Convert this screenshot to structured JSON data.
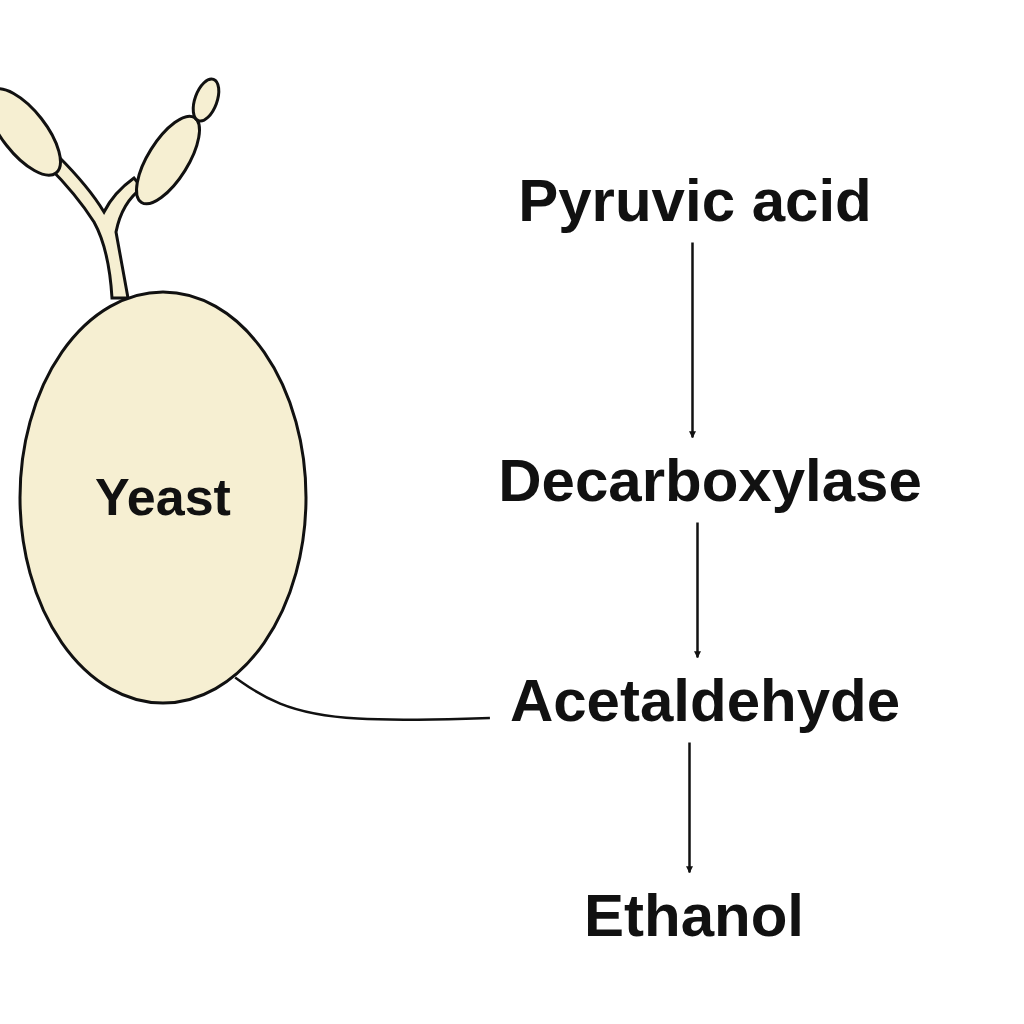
{
  "diagram": {
    "nodes": [
      {
        "text": [
          "Yeast"
        ]
      },
      {
        "text": [
          "Pyruvic acid"
        ]
      },
      {
        "text": [
          "Decarboxylase"
        ]
      },
      {
        "text": [
          "Acetaldehyde"
        ]
      },
      {
        "text": [
          "Ethanol"
        ]
      }
    ],
    "edges": [
      {
        "from": 1,
        "to": 2,
        "arrow": "to"
      },
      {
        "from": 2,
        "to": 3,
        "arrow": "to"
      },
      {
        "from": 3,
        "to": 4,
        "arrow": "to"
      },
      {
        "from": 0,
        "to": 3,
        "arrow": "none"
      }
    ]
  }
}
